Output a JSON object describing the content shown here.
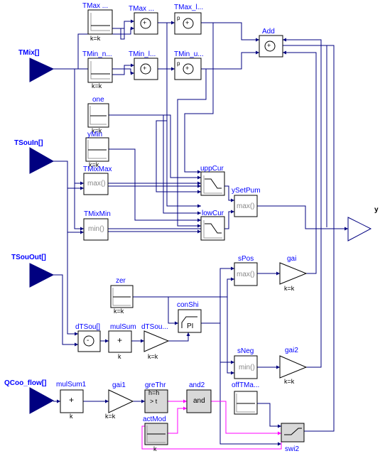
{
  "inputs": {
    "tmix": "TMix[]",
    "tsouin": "TSouIn[]",
    "tsouout": "TSouOut[]",
    "qcoo": "QCoo_flow[]"
  },
  "output": {
    "y": "y"
  },
  "blocks": {
    "tmax_const": {
      "name": "TMax ...",
      "param": "k=k"
    },
    "tmax_add": {
      "name": "TMax ..."
    },
    "tmax_lim": {
      "name": "TMax_l...",
      "p": "p"
    },
    "tmin_const": {
      "name": "TMin_n...",
      "param": "k=k"
    },
    "tmin_add": {
      "name": "TMin_l..."
    },
    "tmin_lim": {
      "name": "TMin_u...",
      "p": "p"
    },
    "add": {
      "name": "Add"
    },
    "one": {
      "name": "one",
      "param": "k=k"
    },
    "ymin": {
      "name": "yMin",
      "param": "k=k"
    },
    "tmixmax": {
      "name": "TMixMax",
      "op": "max()"
    },
    "tmixmin": {
      "name": "TMixMin",
      "op": "min()"
    },
    "uppcur": {
      "name": "uppCur"
    },
    "lowcur": {
      "name": "lowCur"
    },
    "ysetpum": {
      "name": "ySetPum",
      "op": "max()"
    },
    "spos": {
      "name": "sPos",
      "op": "max()"
    },
    "gai": {
      "name": "gai",
      "param": "k=k"
    },
    "zer": {
      "name": "zer",
      "param": "k=k"
    },
    "conshi": {
      "name": "conShi",
      "op": "PI"
    },
    "dtsou1": {
      "name": "dTSou[]",
      "op": "-"
    },
    "mulsum": {
      "name": "mulSum",
      "op": "+",
      "param": "k"
    },
    "dtsou2": {
      "name": "dTSou...",
      "param": "k=k"
    },
    "sneg": {
      "name": "sNeg",
      "op": "min()"
    },
    "gai2": {
      "name": "gai2",
      "param": "k=k"
    },
    "mulsum1": {
      "name": "mulSum1",
      "op": "+",
      "param": "k"
    },
    "gai1": {
      "name": "gai1",
      "param": "k=k"
    },
    "grethr": {
      "name": "greThr",
      "param": "h=h",
      "op": "> t"
    },
    "and2": {
      "name": "and2",
      "op": "and"
    },
    "offtma": {
      "name": "offTMa..."
    },
    "actmod": {
      "name": "actMod",
      "param": "k"
    },
    "swi2": {
      "name": "swi2"
    }
  },
  "colors": {
    "signal": "#000080",
    "boolean": "#ff00ff",
    "label": "#0000ff",
    "port": "#000080"
  }
}
